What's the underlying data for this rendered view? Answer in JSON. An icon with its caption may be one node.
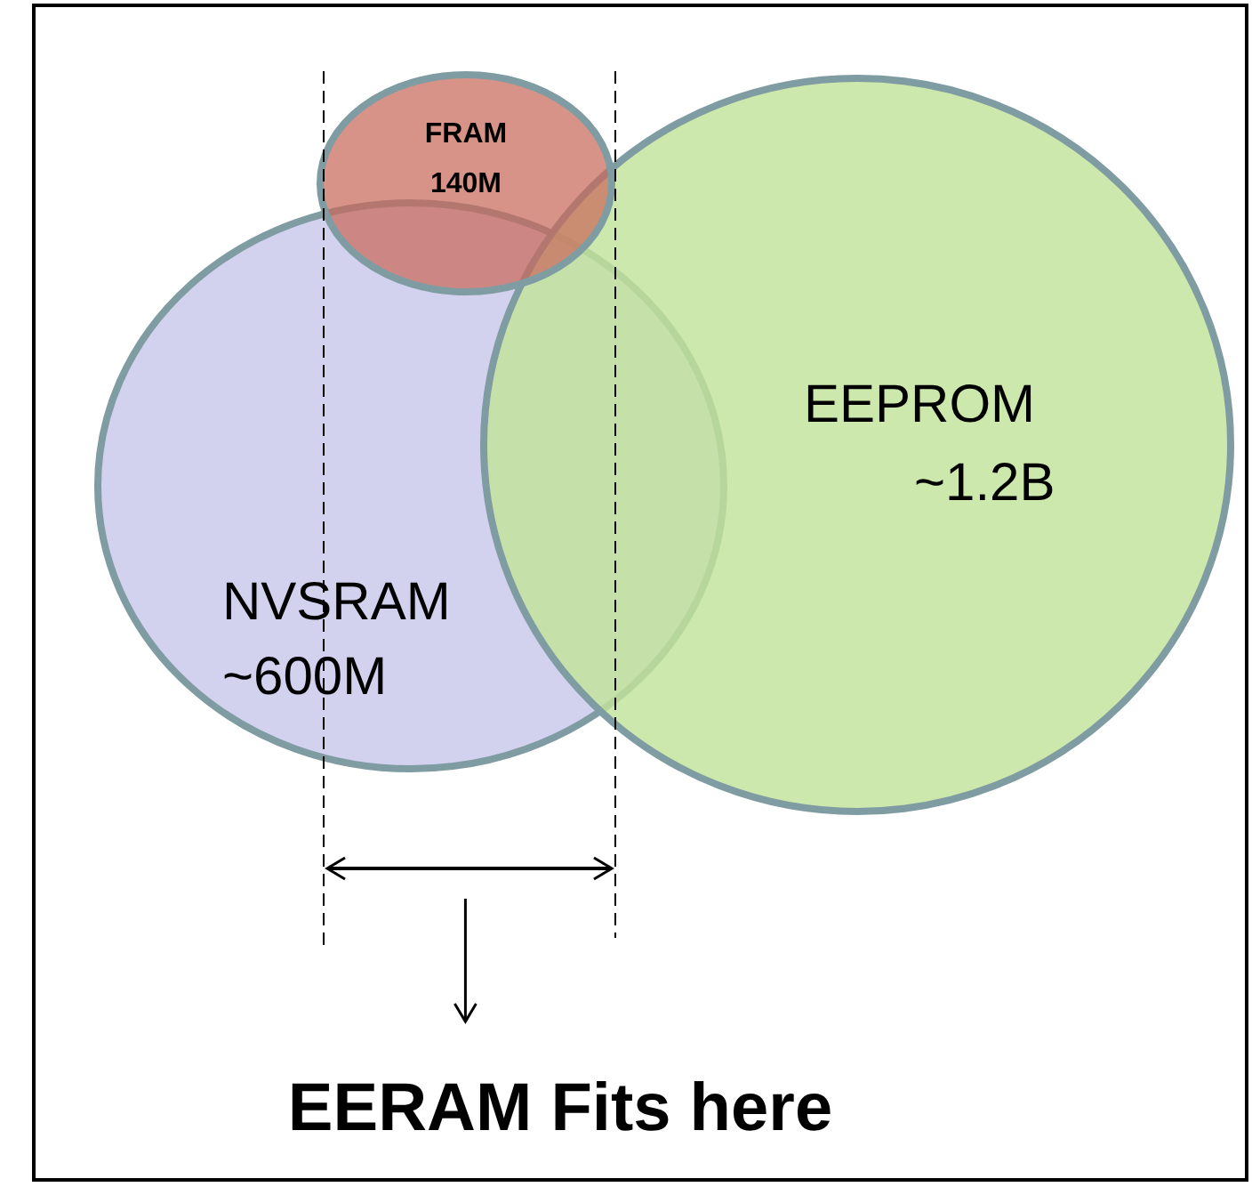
{
  "diagram": {
    "nodes": [
      {
        "text": [
          "NVSRAM ~600M"
        ]
      },
      {
        "text": [
          "EEPROM",
          "~1.2B"
        ]
      },
      {
        "text": [
          "FRAM 140M"
        ]
      },
      {
        "text": [
          "EERAM Fits here"
        ]
      }
    ],
    "edges": [
      {
        "from": null,
        "to": 3,
        "arrow": "to"
      }
    ]
  }
}
